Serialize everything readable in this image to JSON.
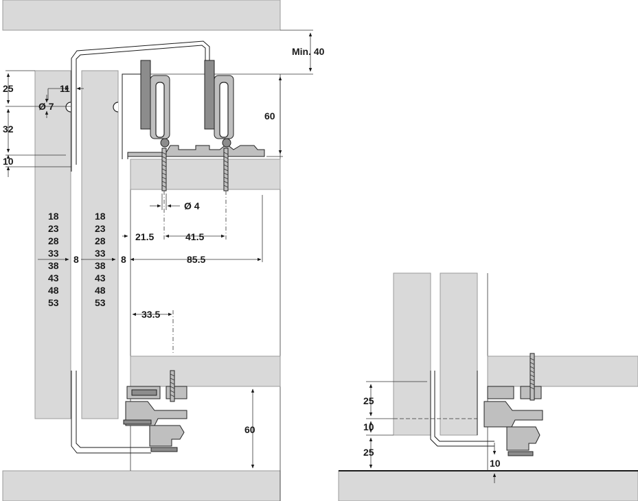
{
  "left_view": {
    "dims": {
      "min40": "Min. 40",
      "d25_top": "25",
      "d11": "11",
      "dia7": "Ø 7",
      "d32": "32",
      "d10_left": "10",
      "d60_top": "60",
      "dia4": "Ø 4",
      "d21_5": "21.5",
      "d41_5": "41.5",
      "d8_a": "8",
      "d8_b": "8",
      "d85_5": "85.5",
      "d33_5": "33.5",
      "d60_bottom": "60"
    },
    "thickness_col1": [
      "18",
      "23",
      "28",
      "33",
      "38",
      "43",
      "48",
      "53"
    ],
    "thickness_col2": [
      "18",
      "23",
      "28",
      "33",
      "38",
      "43",
      "48",
      "53"
    ]
  },
  "right_view": {
    "dims": {
      "d25_a": "25",
      "d10_a": "10",
      "d25_b": "25",
      "d10_b": "10"
    }
  }
}
